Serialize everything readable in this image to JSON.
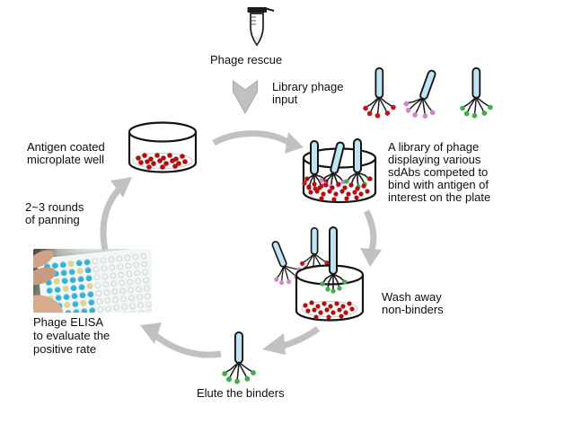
{
  "labels": {
    "phage_rescue": [
      "Phage rescue"
    ],
    "library_input": [
      "Library phage",
      "input"
    ],
    "antigen_well": [
      "Antigen coated",
      "microplate well"
    ],
    "binding": [
      "A library of phage",
      "displaying various",
      "sdAbs competed to",
      "bind with antigen of",
      "interest on the plate"
    ],
    "wash": [
      "Wash away",
      "non-binders"
    ],
    "elute": [
      "Elute the binders"
    ],
    "elisa": [
      "Phage ELISA",
      "to evaluate the",
      "positive rate"
    ],
    "rounds": [
      "2~3 rounds",
      "of panning"
    ]
  },
  "colors": {
    "phage_body": "#bfe5f2",
    "phage_red": "#c3161c",
    "phage_pink": "#d783c9",
    "phage_green": "#3fae47",
    "antigen_dot": "#b20d0d",
    "arrow_gray": "#c1c1c1",
    "elisa_blue": "#35b0d8",
    "elisa_yellow": "#dcd690"
  },
  "icons": {
    "tube": "microcentrifuge-tube-icon",
    "phage": "phage-particle-icon",
    "dish": "microplate-well-icon",
    "arrow": "gray-flow-arrow"
  },
  "elisa_plate": {
    "rows": 8,
    "cols": 13,
    "pattern": [
      "BBBYBB.......",
      "YBBBYB.......",
      "BYBBBB.......",
      "BBYBBY.......",
      "YBBBBB.......",
      "BBYBYB.......",
      "BYBBBB.......",
      "BBBYBB......."
    ]
  }
}
